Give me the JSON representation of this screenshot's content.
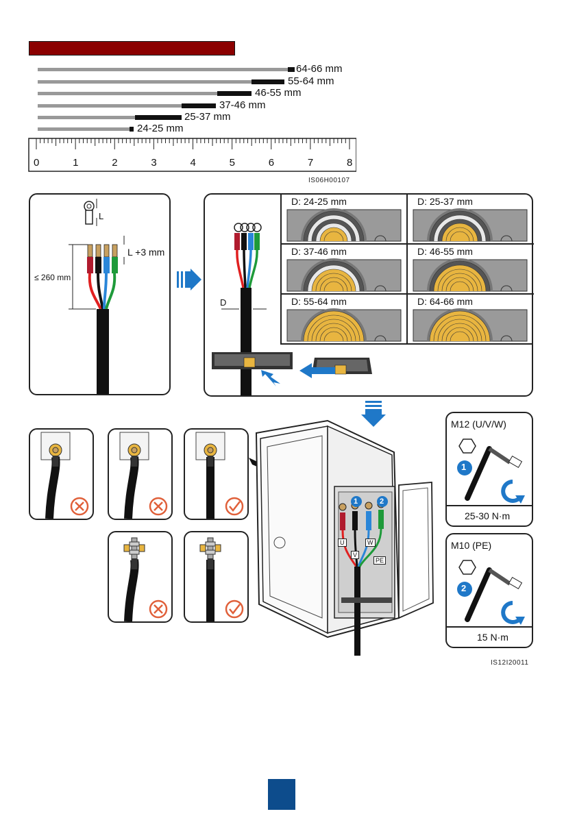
{
  "strip_lengths": [
    "64-66 mm",
    "55-64 mm",
    "46-55 mm",
    "37-46 mm",
    "25-37 mm",
    "24-25 mm"
  ],
  "ruler": {
    "ticks": [
      "0",
      "1",
      "2",
      "3",
      "4",
      "5",
      "6",
      "7",
      "8"
    ]
  },
  "figure_codes": {
    "top": "IS06H00107",
    "bottom": "IS12I20011"
  },
  "cable_prep": {
    "L": "L",
    "L_plus": "L +3 mm",
    "max_length": "≤ 260 mm"
  },
  "diameter": {
    "label": "D",
    "cells": [
      "D: 24-25 mm",
      "D: 25-37 mm",
      "D: 37-46 mm",
      "D: 46-55 mm",
      "D: 55-64 mm",
      "D: 64-66 mm"
    ]
  },
  "terminals": {
    "U": "U",
    "V": "V",
    "W": "W",
    "PE": "PE",
    "step1": "1",
    "step2": "2"
  },
  "torque": [
    {
      "title": "M12 (U/V/W)",
      "value": "25-30 N·m",
      "step": "1"
    },
    {
      "title": "M10 (PE)",
      "value": "15 N·m",
      "step": "2"
    }
  ],
  "colors": {
    "banner": "#8b0000",
    "arrow": "#1f78c8",
    "cross": "#e0603a",
    "brand_blue": "#0d4c8c",
    "copper": "#e8b540"
  }
}
